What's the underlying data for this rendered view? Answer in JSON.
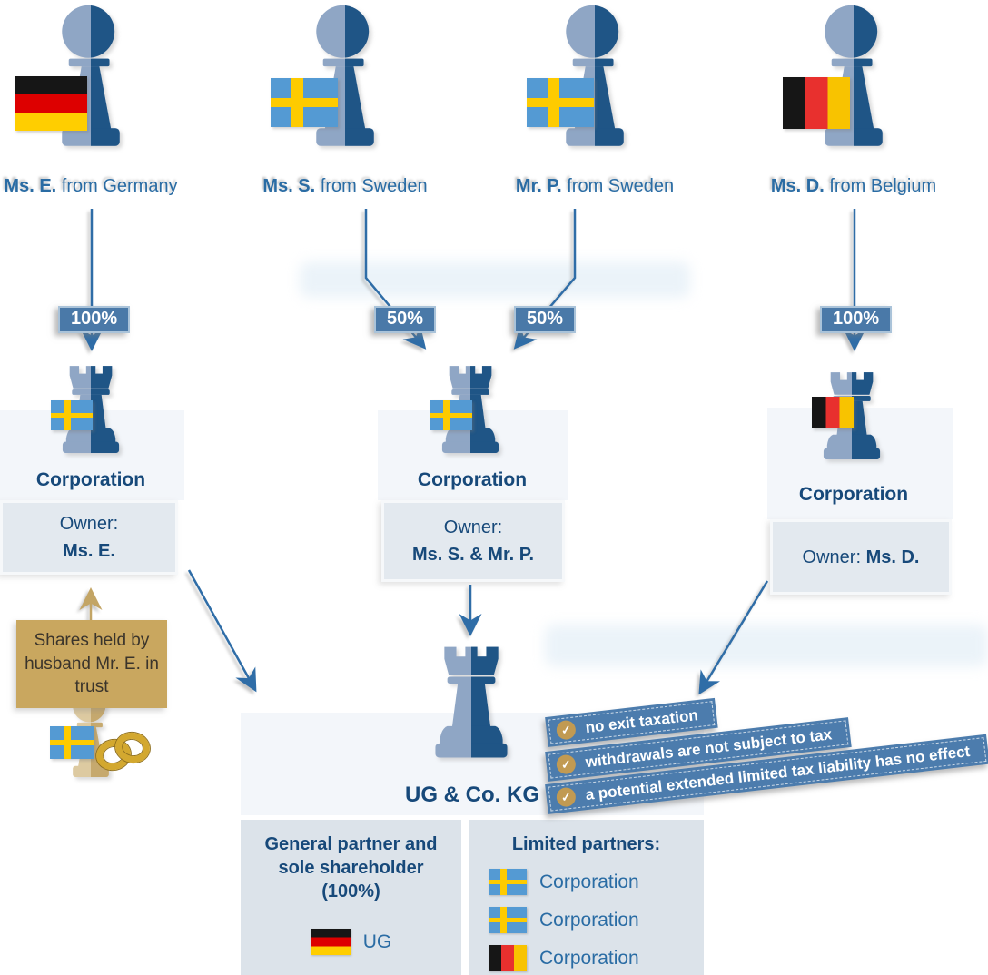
{
  "palette": {
    "arrow_blue": "#2f6da7",
    "navy_text": "#17497a",
    "medium_blue_text": "#2a6ca4",
    "badge_blue": "#4a79a8",
    "banner_blue": "#4c7cad",
    "check_gold": "#c19a52",
    "trust_tan": "#c9a75f",
    "panel_light": "#f3f6fa",
    "panel_gray": "#e3e9ef"
  },
  "persons": [
    {
      "name": "Ms. E.",
      "rest": " from Germany",
      "flag": "germany"
    },
    {
      "name": "Ms. S.",
      "rest": " from Sweden",
      "flag": "sweden"
    },
    {
      "name": "Mr. P.",
      "rest": " from Sweden",
      "flag": "sweden"
    },
    {
      "name": "Ms. D.",
      "rest": " from Belgium",
      "flag": "belgium"
    }
  ],
  "ownership_labels": [
    "100%",
    "50%",
    "50%",
    "100%"
  ],
  "corporations": [
    {
      "title": "Corporation",
      "flag": "sweden",
      "owner_label": "Owner:",
      "owner_name": "Ms. E."
    },
    {
      "title": "Corporation",
      "flag": "sweden",
      "owner_label": "Owner:",
      "owner_name": "Ms. S. & Mr. P."
    },
    {
      "title": "Corporation",
      "flag": "belgium",
      "owner_label": "Owner: ",
      "owner_name": "Ms. D."
    }
  ],
  "trust_note": {
    "text": "Shares held by husband Mr. E. in trust",
    "flag": "sweden"
  },
  "kg": {
    "label": "UG & Co. KG"
  },
  "banners": [
    {
      "text": "no exit taxation",
      "icon": "check"
    },
    {
      "text": "withdrawals are not subject to tax",
      "icon": "check"
    },
    {
      "text": "a potential extended limited tax liability has no effect",
      "icon": "check"
    }
  ],
  "general_partner": {
    "title": "General partner and sole shareholder (100%)",
    "entity": "UG",
    "flag": "germany"
  },
  "limited_partners": {
    "title": "Limited partners:",
    "items": [
      {
        "label": "Corporation",
        "flag": "sweden"
      },
      {
        "label": "Corporation",
        "flag": "sweden"
      },
      {
        "label": "Corporation",
        "flag": "belgium"
      }
    ]
  }
}
